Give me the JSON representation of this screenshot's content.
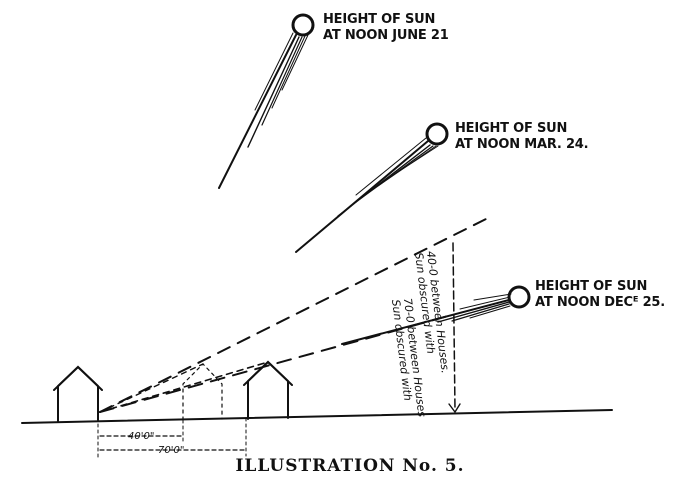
{
  "suns": [
    {
      "line1": "HEIGHT OF SUN",
      "line2": "AT NOON JUNE 21"
    },
    {
      "line1": "HEIGHT OF SUN",
      "line2": "AT NOON MAR. 24."
    },
    {
      "line1": "HEIGHT OF SUN",
      "line2": "AT NOON DECᴱ 25."
    }
  ],
  "annotations": {
    "obscured_40_line1": "Sun obscured with",
    "obscured_40_line2": "40-0 between Houses.",
    "obscured_70_line1": "Sun obscured with",
    "obscured_70_line2": "70-0 between Houses"
  },
  "dimensions": {
    "d40": "40'0\"",
    "d70": "70'0\""
  },
  "caption": "ILLUSTRATION No. 5."
}
